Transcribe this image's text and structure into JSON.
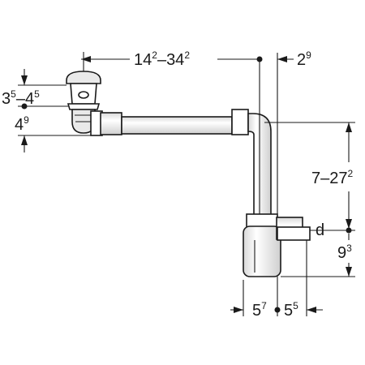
{
  "dimensions": {
    "horizontal_offset": {
      "base": "14",
      "sup_a": "2",
      "dash": "–",
      "base_b": "34",
      "sup_b": "2"
    },
    "pipe_gap": {
      "base": "2",
      "sup": "9"
    },
    "drain_head_upper": {
      "base_a": "3",
      "sup_a": "5",
      "dash": "–",
      "base_b": "4",
      "sup_b": "5"
    },
    "drain_head_lower": {
      "base": "4",
      "sup": "9"
    },
    "vertical_range": {
      "base_a": "7",
      "dash": "–",
      "base_b": "27",
      "sup_b": "2"
    },
    "diameter_label": "d",
    "trap_height": {
      "base": "9",
      "sup": "3"
    },
    "bottom_left": {
      "base": "5",
      "sup": "7"
    },
    "bottom_right": {
      "base": "5",
      "sup": "5"
    }
  }
}
